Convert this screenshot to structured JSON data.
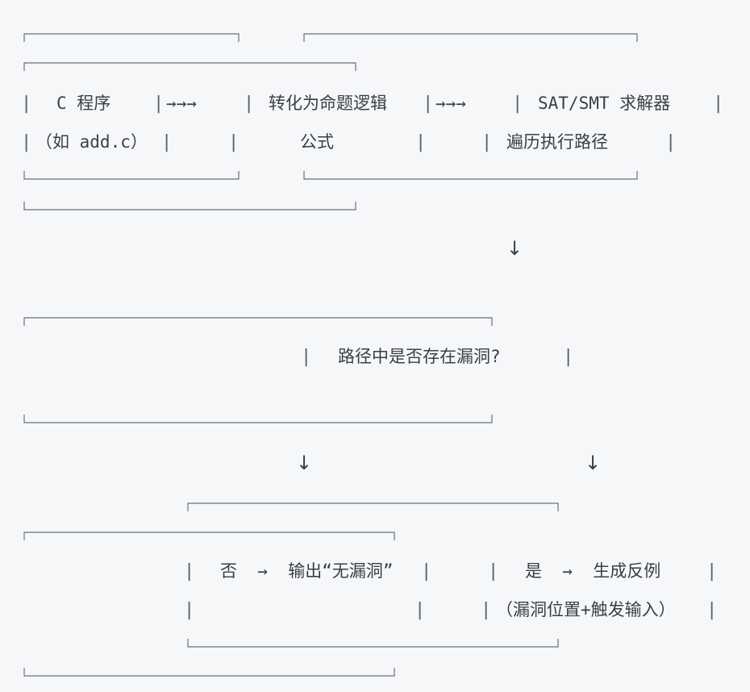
{
  "row1": {
    "box1": {
      "line1": "C 程序",
      "line2": "（如 add.c）"
    },
    "arrow1": "→→→",
    "box2": {
      "line1": "转化为命题逻辑",
      "line2": "公式"
    },
    "arrow2": "→→→",
    "box3": {
      "line1": "SAT/SMT 求解器",
      "line2": "遍历执行路径"
    }
  },
  "down_arrow_1": "↓",
  "decision": {
    "label": "路径中是否存在漏洞?"
  },
  "down_arrow_left": "↓",
  "down_arrow_right": "↓",
  "result_no": {
    "line1": "否  →  输出“无漏洞”"
  },
  "result_yes": {
    "line1": "是  →  生成反例",
    "line2": "（漏洞位置+触发输入）"
  },
  "pipe_char": "|"
}
